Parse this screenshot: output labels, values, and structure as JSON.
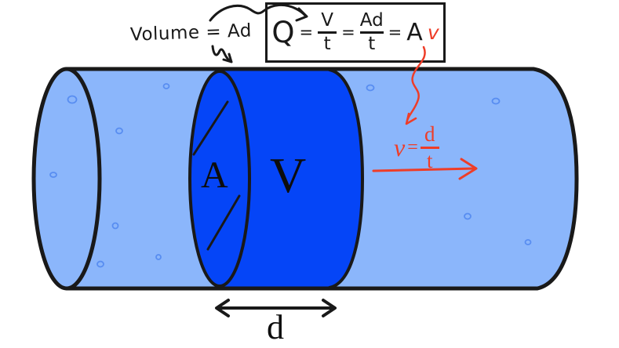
{
  "colors": {
    "fluid_light": "#8bb6fb",
    "fluid_dark": "#0545f7",
    "ink": "#191919",
    "accent_red": "#ee3d28",
    "bubble_blue": "#4f86ee"
  },
  "annotations": {
    "volume_note": "Volume = Ad",
    "flow_equation": {
      "lhs": "Q",
      "equals": "=",
      "frac_vt": {
        "num": "V",
        "den": "t"
      },
      "frac_adt": {
        "num": "Ad",
        "den": "t"
      },
      "result_area": "A",
      "result_velocity": "v"
    },
    "velocity_equation": {
      "lhs": "v",
      "equals": "=",
      "num": "d",
      "den": "t"
    }
  },
  "labels": {
    "cross_section_area": "A",
    "volume": "V",
    "distance": "d"
  },
  "bubbles": [
    [
      92,
      127,
      5.5,
      4.5
    ],
    [
      212,
      110,
      3.5,
      3
    ],
    [
      152,
      167,
      4,
      3.5
    ],
    [
      68,
      223,
      4,
      3
    ],
    [
      147,
      288,
      3.5,
      3.5
    ],
    [
      128,
      337,
      4,
      3.5
    ],
    [
      202,
      328,
      3,
      3
    ],
    [
      472,
      112,
      4.5,
      3.5
    ],
    [
      632,
      129,
      4.5,
      3.5
    ],
    [
      596,
      276,
      4,
      3.5
    ],
    [
      673,
      309,
      3.5,
      3
    ]
  ]
}
